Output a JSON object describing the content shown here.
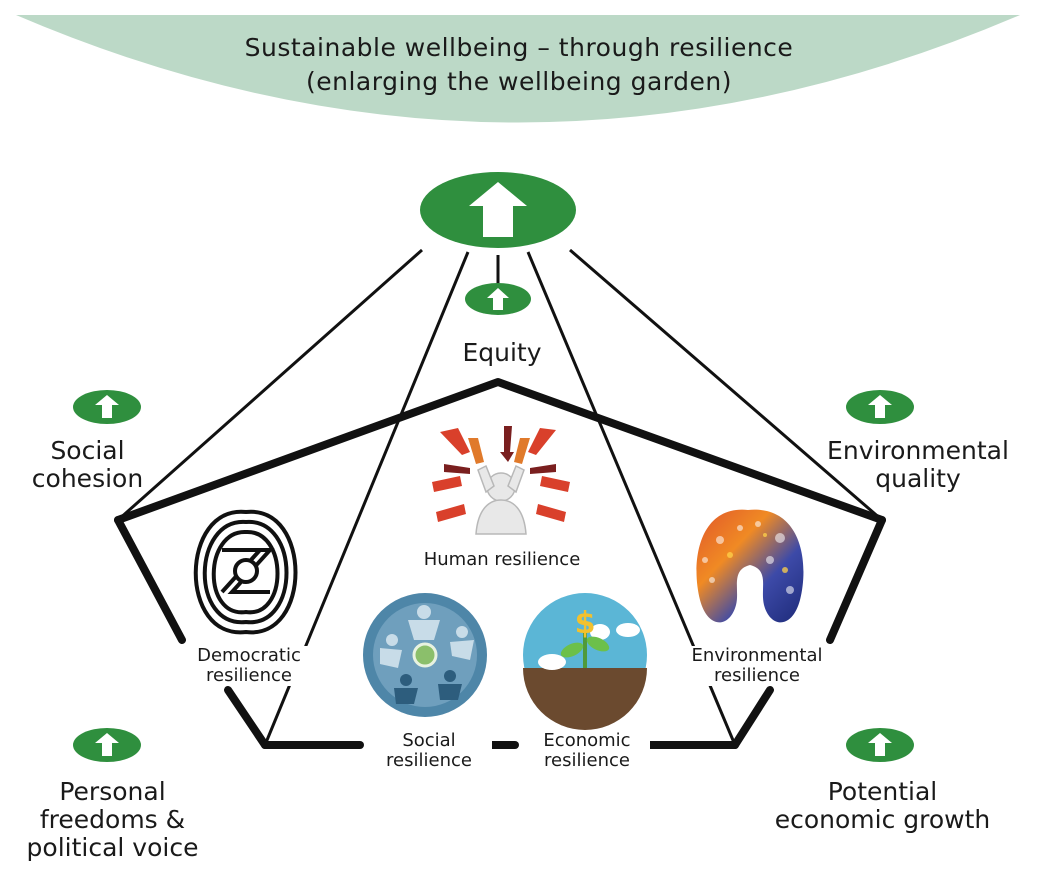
{
  "banner": {
    "line1": "Sustainable wellbeing – through resilience",
    "line2": "(enlarging the wellbeing garden)"
  },
  "outcomes": {
    "equity": "Equity",
    "social_cohesion": [
      "Social",
      "cohesion"
    ],
    "environmental_quality": [
      "Environmental",
      "quality"
    ],
    "personal_freedoms": [
      "Personal",
      "freedoms &",
      "political voice"
    ],
    "potential_growth": [
      "Potential",
      "economic growth"
    ]
  },
  "resilience": {
    "human": "Human resilience",
    "democratic": [
      "Democratic",
      "resilience"
    ],
    "social": [
      "Social",
      "resilience"
    ],
    "economic": [
      "Economic",
      "resilience"
    ],
    "environmental": [
      "Environmental",
      "resilience"
    ]
  },
  "colors": {
    "banner_fill": "#bcd9c7",
    "arrow_green": "#2f8f3e",
    "line_black": "#111111"
  },
  "icons": [
    "up-arrow-icon",
    "democracy-symbol-icon",
    "stressed-person-icon",
    "people-circle-icon",
    "money-plant-icon",
    "patterned-pillow-icon"
  ]
}
